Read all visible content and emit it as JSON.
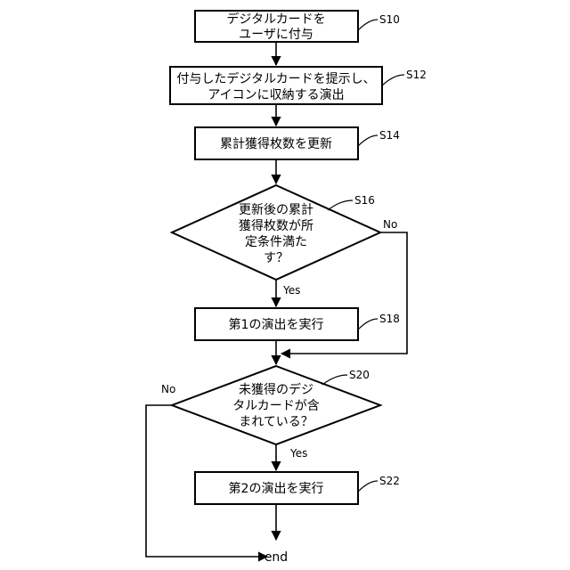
{
  "steps": [
    {
      "id": "S10",
      "ref": "S10",
      "lines": [
        "デジタルカードを",
        "ユーザに付与"
      ]
    },
    {
      "id": "S12",
      "ref": "S12",
      "lines": [
        "付与したデジタルカードを提示し、",
        "アイコンに収納する演出"
      ]
    },
    {
      "id": "S14",
      "ref": "S14",
      "lines": [
        "累計獲得枚数を更新"
      ]
    },
    {
      "id": "S16",
      "ref": "S16",
      "lines": [
        "更新後の累計",
        "獲得枚数が所",
        "定条件満た",
        "す？"
      ]
    },
    {
      "id": "S18",
      "ref": "S18",
      "lines": [
        "第1の演出を実行"
      ]
    },
    {
      "id": "S20",
      "ref": "S20",
      "lines": [
        "未獲得のデジ",
        "タルカードが含",
        "まれている？"
      ]
    },
    {
      "id": "S22",
      "ref": "S22",
      "lines": [
        "第2の演出を実行"
      ]
    }
  ],
  "branches": {
    "s16_yes": "Yes",
    "s16_no": "No",
    "s20_yes": "Yes",
    "s20_no": "No"
  },
  "end_label": "end"
}
